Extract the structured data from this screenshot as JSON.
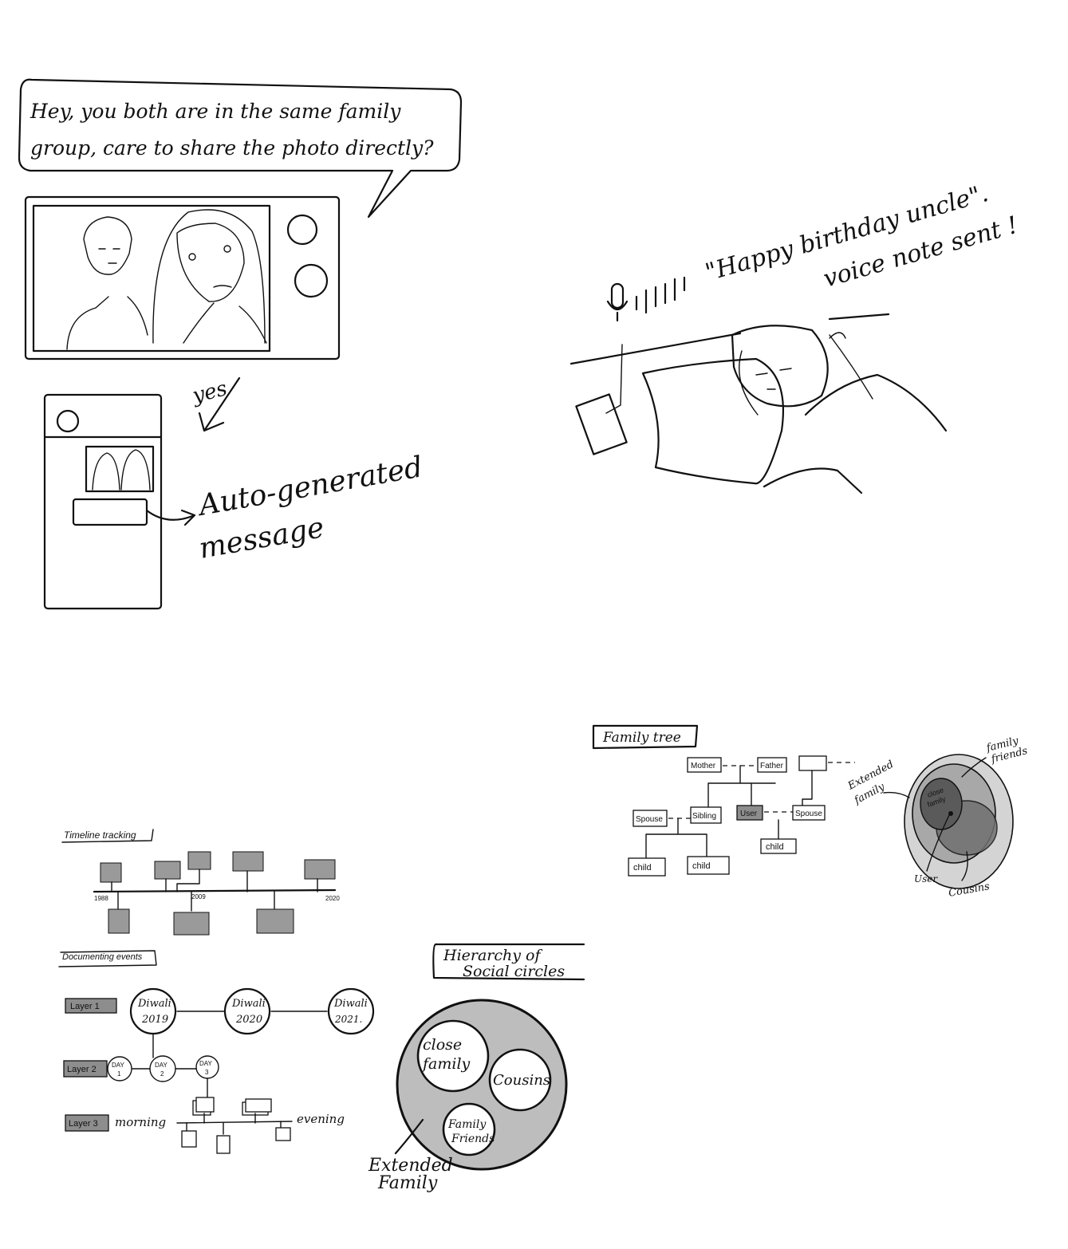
{
  "panel1": {
    "speech_line1": "Hey, you both are in the same family",
    "speech_line2": "group, care to share the photo directly?",
    "yes_label": "yes",
    "auto_line1": "Auto-generated",
    "auto_line2": "message"
  },
  "panel2": {
    "quote_line1": "\"Happy birthday uncle\".",
    "quote_line2": "voice note sent !"
  },
  "timeline": {
    "title": "Timeline tracking",
    "year_start": "1988",
    "year_mid": "2009",
    "year_end": "2020"
  },
  "events": {
    "title": "Documenting events",
    "layer1": "Layer 1",
    "layer2": "Layer 2",
    "layer3": "Layer 3",
    "diwali": "Diwali",
    "y2019": "2019",
    "y2020": "2020",
    "y2021": "2021.",
    "day": "DAY",
    "d1": "1",
    "d2": "2",
    "d3": "3",
    "morning": "morning",
    "evening": "evening"
  },
  "hierarchy": {
    "title_line1": "Hierarchy of",
    "title_line2": "Social circles",
    "close_line1": "close",
    "close_line2": "family",
    "cousins": "Cousins",
    "friends_line1": "Family",
    "friends_line2": "Friends",
    "extended_line1": "Extended",
    "extended_line2": "Family"
  },
  "family_tree": {
    "title": "Family tree",
    "mother": "Mother",
    "father": "Father",
    "spouse": "Spouse",
    "sibling": "Sibling",
    "user": "User",
    "spouse2": "Spouse",
    "child": "child",
    "child_b": "child",
    "child_c": "child"
  },
  "venn": {
    "family_friends_line1": "family",
    "family_friends_line2": "friends",
    "extended_line1": "Extended",
    "extended_line2": "family",
    "close_line1": "close",
    "close_line2": "family",
    "user": "User",
    "cousins": "Cousins"
  }
}
